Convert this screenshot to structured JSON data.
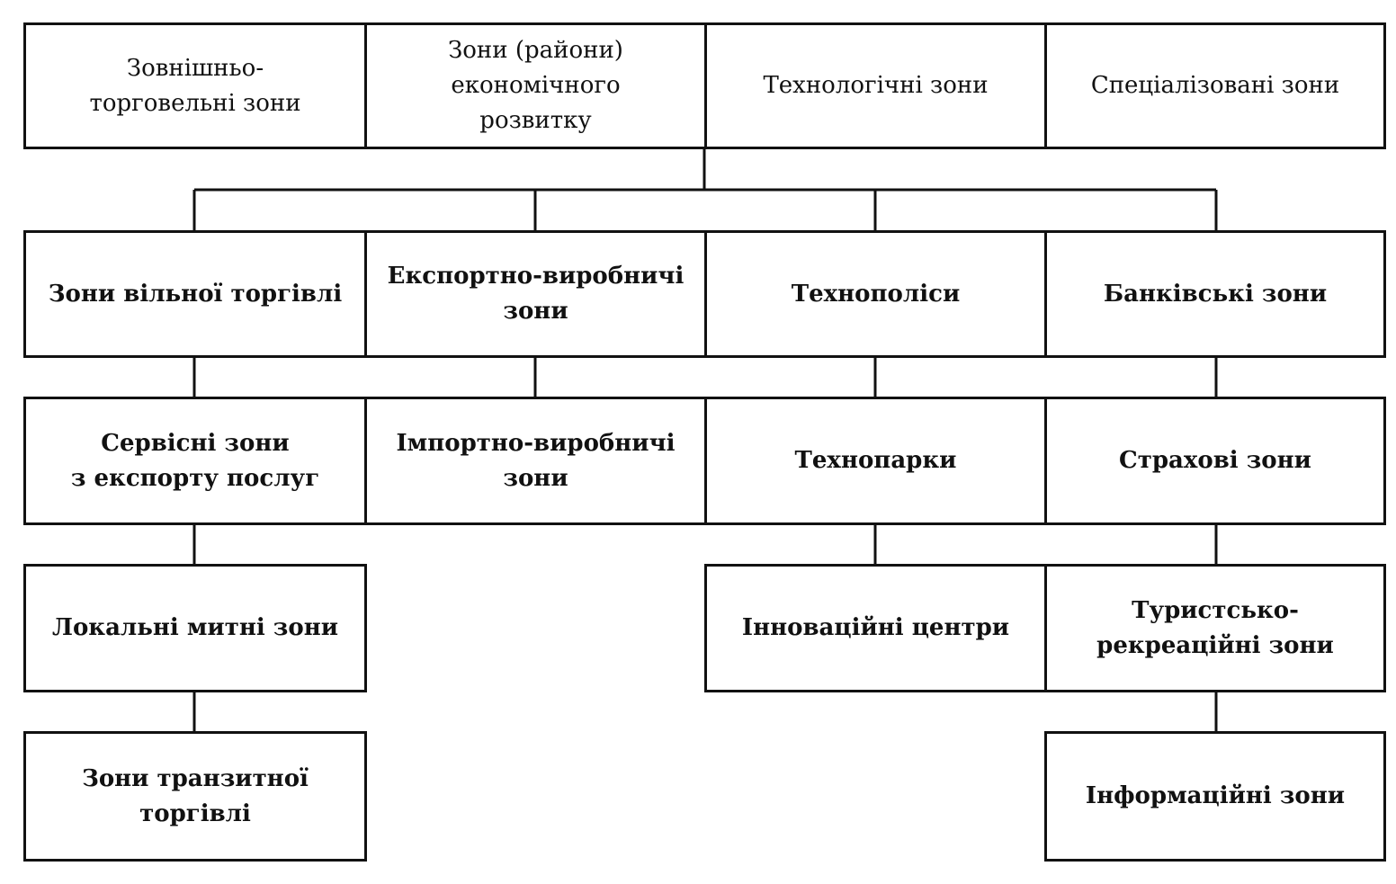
{
  "categories": [
    {
      "id": "cat_1",
      "label": "Зовнішньо-\nторговельні зони"
    },
    {
      "id": "cat_2",
      "label": "Зони (райони)\nекономічного\nрозвитку"
    },
    {
      "id": "cat_3",
      "label": "Технологічні зони"
    },
    {
      "id": "cat_4",
      "label": "Спеціалізовані зони"
    }
  ],
  "zones": [
    {
      "id": "z_free_trade",
      "label": "Зони вільної торгівлі"
    },
    {
      "id": "z_export_prod",
      "label": "Експортно-виробничі\nзони"
    },
    {
      "id": "z_technopolis",
      "label": "Технополіси"
    },
    {
      "id": "z_banking",
      "label": "Банківські зони"
    },
    {
      "id": "z_service",
      "label": "Сервісні зони\nз експорту послуг"
    },
    {
      "id": "z_import_prod",
      "label": "Імпортно-виробничі\nзони"
    },
    {
      "id": "z_technopark",
      "label": "Технопарки"
    },
    {
      "id": "z_insurance",
      "label": "Страхові зони"
    },
    {
      "id": "z_customs",
      "label": "Локальні митні зони"
    },
    {
      "id": "z_innovation",
      "label": "Інноваційні центри"
    },
    {
      "id": "z_tourist",
      "label": "Туристсько-\nрекреаційні зони"
    },
    {
      "id": "z_transit",
      "label": "Зони транзитної\nторгівлі"
    },
    {
      "id": "z_information",
      "label": "Інформаційні зони"
    }
  ]
}
